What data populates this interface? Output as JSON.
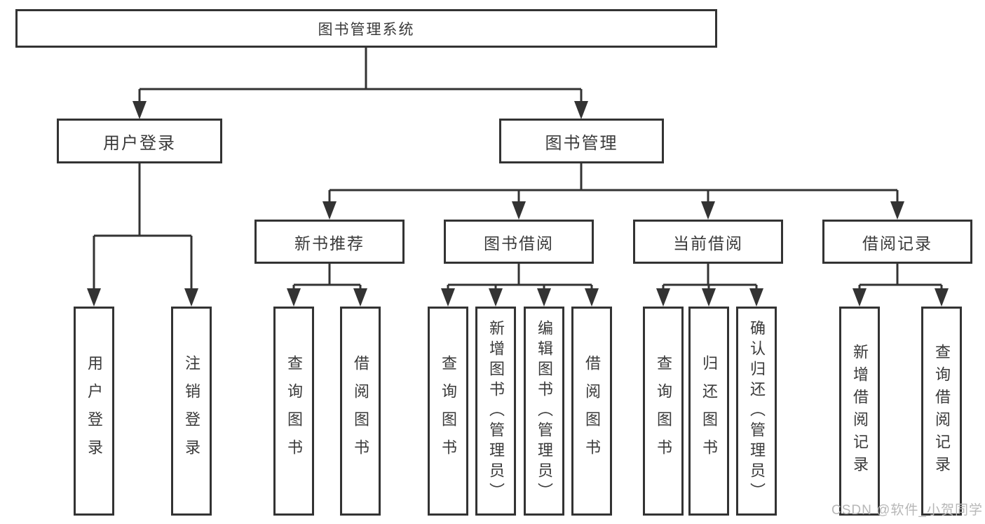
{
  "colors": {
    "line": "#333333",
    "text": "#3a3a3a",
    "watermark": "#b7b7b7",
    "background": "#ffffff"
  },
  "tree": {
    "root": {
      "label": "图书管理系统"
    },
    "level2": [
      {
        "label": "用户登录",
        "children": [
          {
            "label": "用户登录"
          },
          {
            "label": "注销登录"
          }
        ]
      },
      {
        "label": "图书管理",
        "children": [
          {
            "label": "新书推荐",
            "children": [
              {
                "label": "查询图书"
              },
              {
                "label": "借阅图书"
              }
            ]
          },
          {
            "label": "图书借阅",
            "children": [
              {
                "label": "查询图书"
              },
              {
                "label": "新增图书（管理员）"
              },
              {
                "label": "编辑图书（管理员）"
              },
              {
                "label": "借阅图书"
              }
            ]
          },
          {
            "label": "当前借阅",
            "children": [
              {
                "label": "查询图书"
              },
              {
                "label": "归还图书"
              },
              {
                "label": "确认归还（管理员）"
              }
            ]
          },
          {
            "label": "借阅记录",
            "children": [
              {
                "label": "新增借阅记录"
              },
              {
                "label": "查询借阅记录"
              }
            ]
          }
        ]
      }
    ]
  },
  "watermark": {
    "text": "CSDN @软件_小贺同学"
  }
}
